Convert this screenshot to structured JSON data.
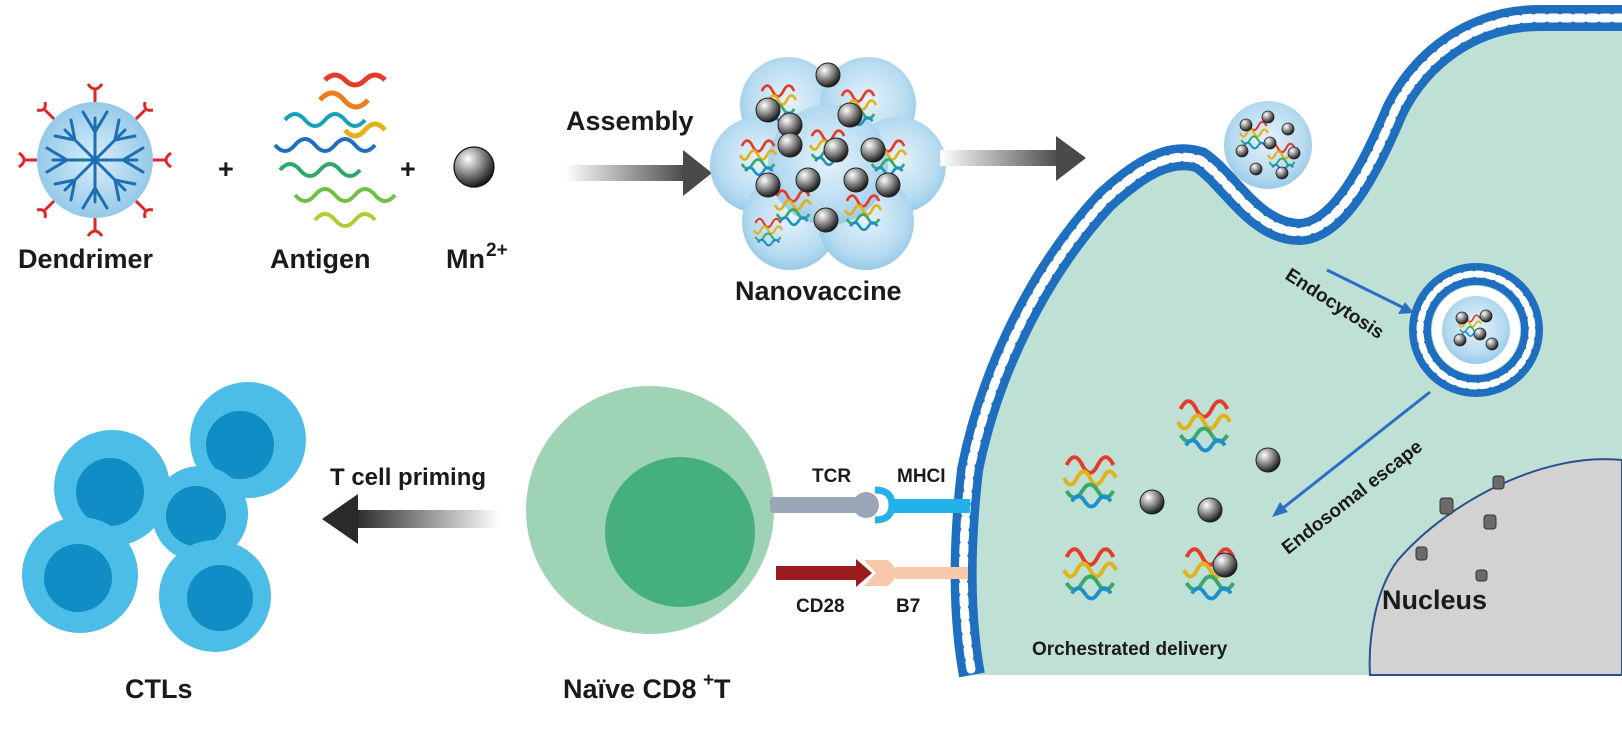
{
  "labels": {
    "dendrimer": "Dendrimer",
    "antigen": "Antigen",
    "mn": "Mn",
    "mn_sup": "2+",
    "plus": "+",
    "assembly": "Assembly",
    "nanovaccine": "Nanovaccine",
    "endocytosis": "Endocytosis",
    "endosomal_escape": "Endosomal escape",
    "orchestrated_delivery": "Orchestrated delivery",
    "nucleus": "Nucleus",
    "tcr": "TCR",
    "mhci": "MHCI",
    "cd28": "CD28",
    "b7": "B7",
    "t_cell_priming": "T cell priming",
    "naive_cd8": "Naïve CD8",
    "naive_sup": "+",
    "naive_t": " T",
    "ctls": "CTLs"
  },
  "colors": {
    "membrane": "#1f6fc1",
    "cytoplasm": "#bfe1d5",
    "nucleus": "#d2d2d2",
    "nanovaccine_shell": "#a9d3ec",
    "dendrimer_core": "#9ccbe8",
    "dendrimer_branch": "#1b6fb3",
    "dendrimer_ligand": "#e0262a",
    "tcell_outer": "#9ed3b5",
    "tcell_inner": "#45b07e",
    "ctl_outer": "#4bbde6",
    "ctl_inner": "#0f8dc4",
    "tcr": "#9aa5b8",
    "mhci": "#24b1ea",
    "cd28": "#9b1c1c",
    "b7": "#f7c8aa"
  },
  "icons": {
    "mn_particle": "sphere-icon",
    "antigen": "protein-ribbon-icon"
  }
}
